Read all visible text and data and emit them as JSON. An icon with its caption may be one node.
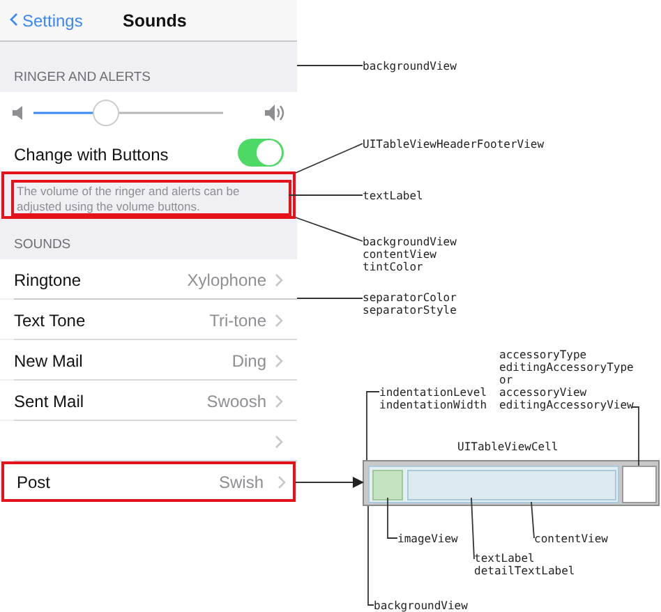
{
  "diagram": {
    "nodes": [
      {
        "text": [
          "Settings",
          "Sounds"
        ]
      },
      {
        "text": [
          "RINGER AND ALERTS"
        ]
      },
      {
        "text": [],
        "shape": "box"
      },
      {
        "text": [
          "Change with Buttons"
        ]
      },
      {
        "text": [],
        "shape": "box"
      },
      {
        "text": [
          "The volume of the ringer and alerts can be adjusted using the volume buttons."
        ],
        "in": 4
      },
      {
        "text": [
          "SOUNDS"
        ]
      },
      {
        "text": [
          "Ringtone",
          "Xylophone"
        ]
      },
      {
        "text": [],
        "shape": "line"
      },
      {
        "text": [
          "Text Tone",
          "Tri-tone"
        ]
      },
      {
        "text": [
          "New Mail",
          "Ding"
        ]
      },
      {
        "text": [
          "Sent Mail",
          "Swoosh"
        ]
      },
      {
        "text": [],
        "shape": "box"
      },
      {
        "text": [
          "Post",
          "Swish"
        ]
      },
      {
        "text": [
          "backgroundView"
        ]
      },
      {
        "text": [
          "UITableViewHeaderFooterView"
        ]
      },
      {
        "text": [
          "textLabel"
        ]
      },
      {
        "text": [
          "backgroundView contentView tintColor"
        ]
      },
      {
        "text": [
          "separatorColor separatorStyle"
        ]
      },
      {
        "text": [
          "UITableViewCell"
        ]
      },
      {
        "text": [],
        "shape": "box",
        "in": 19
      },
      {
        "text": [],
        "shape": "box",
        "in": 20
      },
      {
        "text": [],
        "shape": "box",
        "in": 20
      },
      {
        "text": [],
        "shape": "box",
        "in": 19
      },
      {
        "text": [
          "accessoryType editingAccessoryType or accessoryView editingAccessoryView"
        ]
      },
      {
        "text": [
          "indentationLevel indentationWidth"
        ]
      },
      {
        "text": [
          "imageView"
        ]
      },
      {
        "text": [
          "textLabel detailTextLabel"
        ]
      },
      {
        "text": [
          "contentView"
        ]
      },
      {
        "text": [
          "backgroundView"
        ]
      }
    ],
    "edges": [
      {
        "from": 14,
        "to": 1,
        "arrow": "none"
      },
      {
        "from": 15,
        "to": 4,
        "arrow": "none"
      },
      {
        "from": 16,
        "to": 5,
        "arrow": "none"
      },
      {
        "from": 17,
        "to": 4,
        "arrow": "none"
      },
      {
        "from": 18,
        "to": 8,
        "arrow": "none"
      },
      {
        "from": 13,
        "to": 19,
        "arrow": "to"
      },
      {
        "from": 24,
        "to": 23,
        "arrow": "none"
      },
      {
        "from": 25,
        "to": 19,
        "arrow": "none"
      },
      {
        "from": 26,
        "to": 21,
        "arrow": "none"
      },
      {
        "from": 27,
        "to": 22,
        "arrow": "none"
      },
      {
        "from": 28,
        "to": 20,
        "arrow": "none"
      },
      {
        "from": 29,
        "to": 19,
        "arrow": "none"
      }
    ]
  }
}
